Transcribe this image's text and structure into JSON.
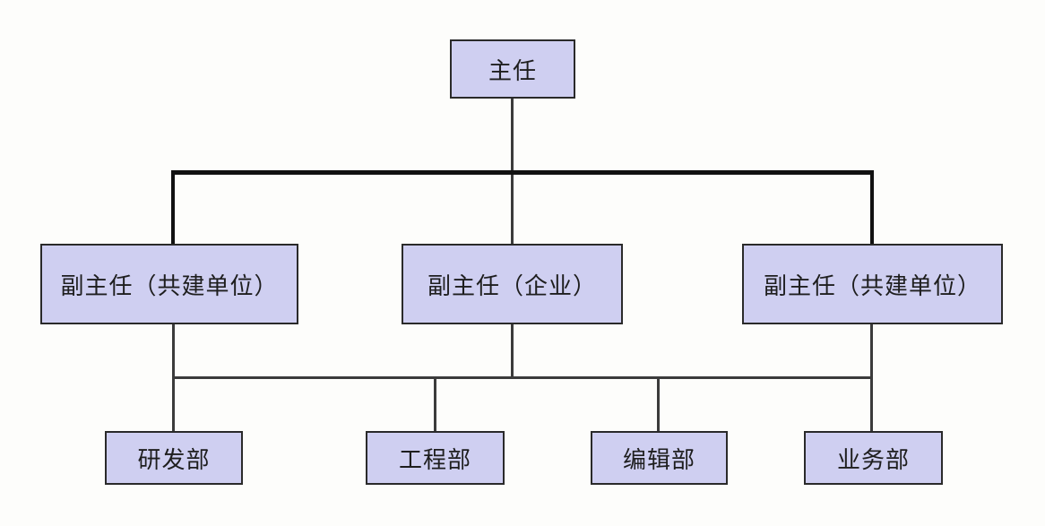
{
  "colors": {
    "background": "#fdfdfb",
    "box_fill": "#cfcff1",
    "box_border": "#2a2a2a",
    "line": "#3b3b3b",
    "bold_line": "#111111",
    "text": "#1e1e1e"
  },
  "nodes": {
    "root": {
      "label": "主任"
    },
    "deputies": [
      {
        "label": "副主任（共建单位）"
      },
      {
        "label": "副主任（企业）"
      },
      {
        "label": "副主任（共建单位）"
      }
    ],
    "departments": [
      {
        "label": "研发部"
      },
      {
        "label": "工程部"
      },
      {
        "label": "编辑部"
      },
      {
        "label": "业务部"
      }
    ]
  }
}
